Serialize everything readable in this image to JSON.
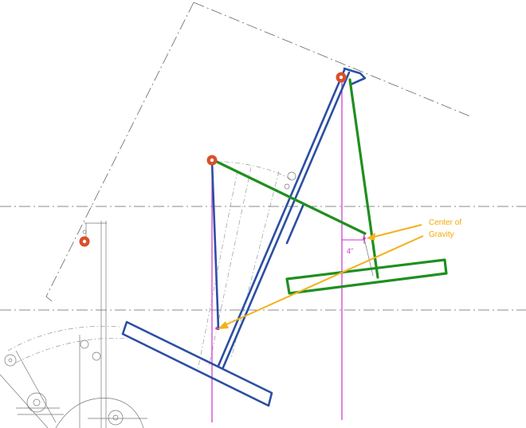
{
  "annotations": {
    "center_of_gravity_line1": "Center of",
    "center_of_gravity_line2": "Gravity",
    "offset_dimension": "4\""
  },
  "colors": {
    "blue_linkage": "#2b4fa3",
    "green_linkage": "#1f8f1f",
    "pivot": "#d9502a",
    "cog_arrow": "#f2b21c",
    "plumb_line": "#cc33cc",
    "construction": "#666666"
  }
}
